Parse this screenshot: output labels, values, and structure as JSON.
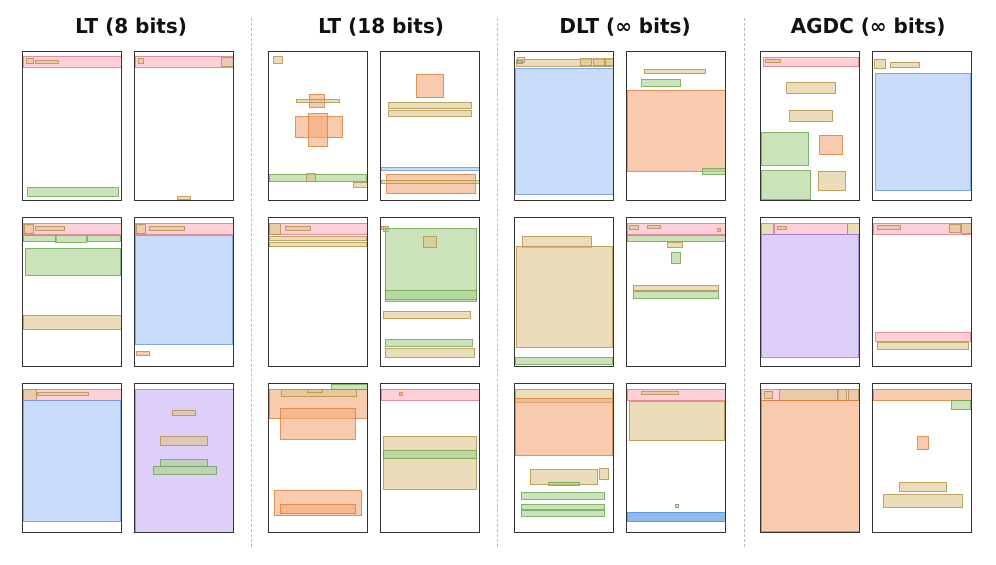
{
  "columns": [
    {
      "title": "LT (8 bits)"
    },
    {
      "title": "LT (18 bits)"
    },
    {
      "title": "DLT (∞ bits)"
    },
    {
      "title": "AGDC (∞ bits)"
    }
  ],
  "element_types": [
    "pink",
    "blue",
    "green",
    "tan",
    "orange",
    "purple",
    "dblue"
  ]
}
